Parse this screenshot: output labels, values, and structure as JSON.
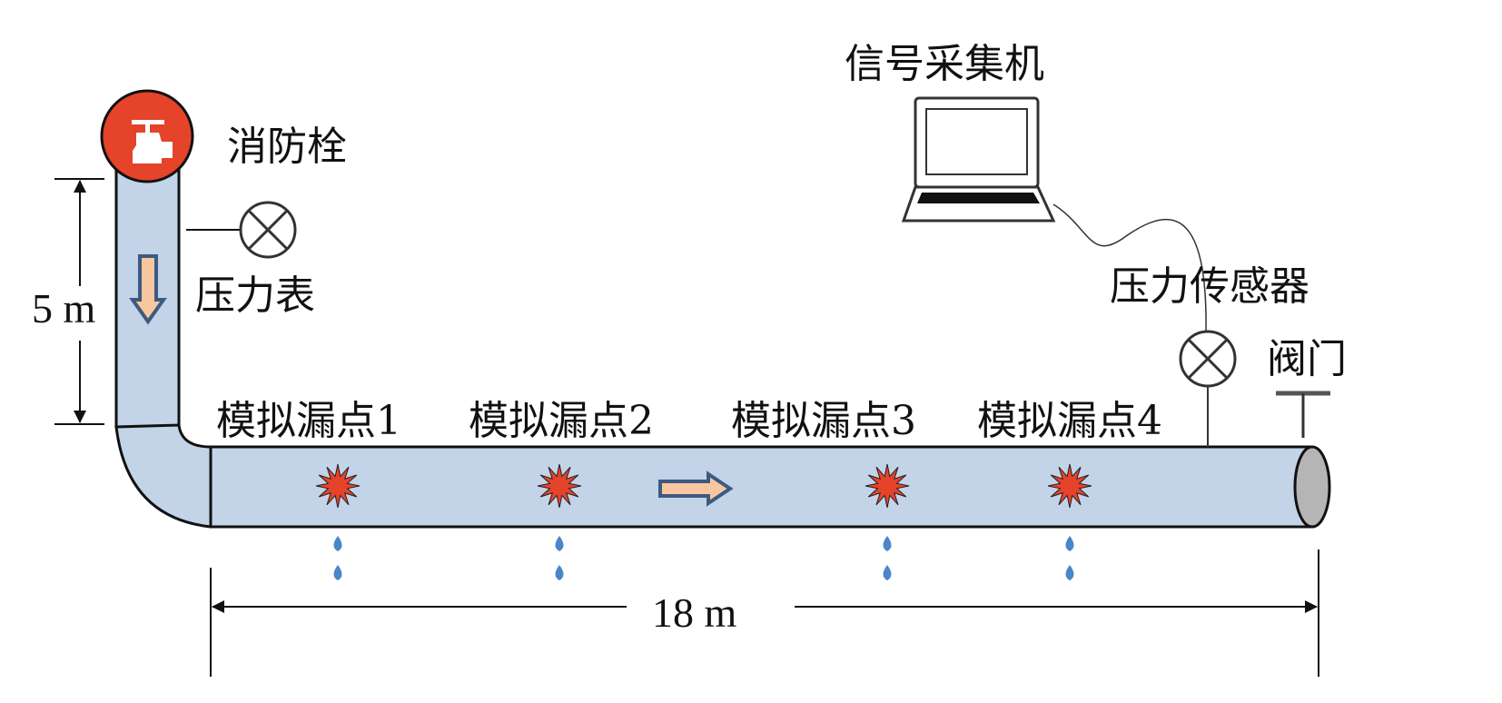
{
  "labels": {
    "hydrant": "消防栓",
    "pressure_gauge": "压力表",
    "signal_collector": "信号采集机",
    "pressure_sensor": "压力传感器",
    "valve": "阀门",
    "vertical_length": "5 m",
    "horizontal_length": "18 m"
  },
  "leak_points": [
    {
      "label": "模拟漏点1"
    },
    {
      "label": "模拟漏点2"
    },
    {
      "label": "模拟漏点3"
    },
    {
      "label": "模拟漏点4"
    }
  ],
  "colors": {
    "pipe": "#c3d3e8",
    "hydrant": "#e5432a",
    "leak": "#e5432a",
    "arrow_fill": "#f8c7a0",
    "arrow_stroke": "#3d5a80",
    "drop": "#4a86c8"
  }
}
